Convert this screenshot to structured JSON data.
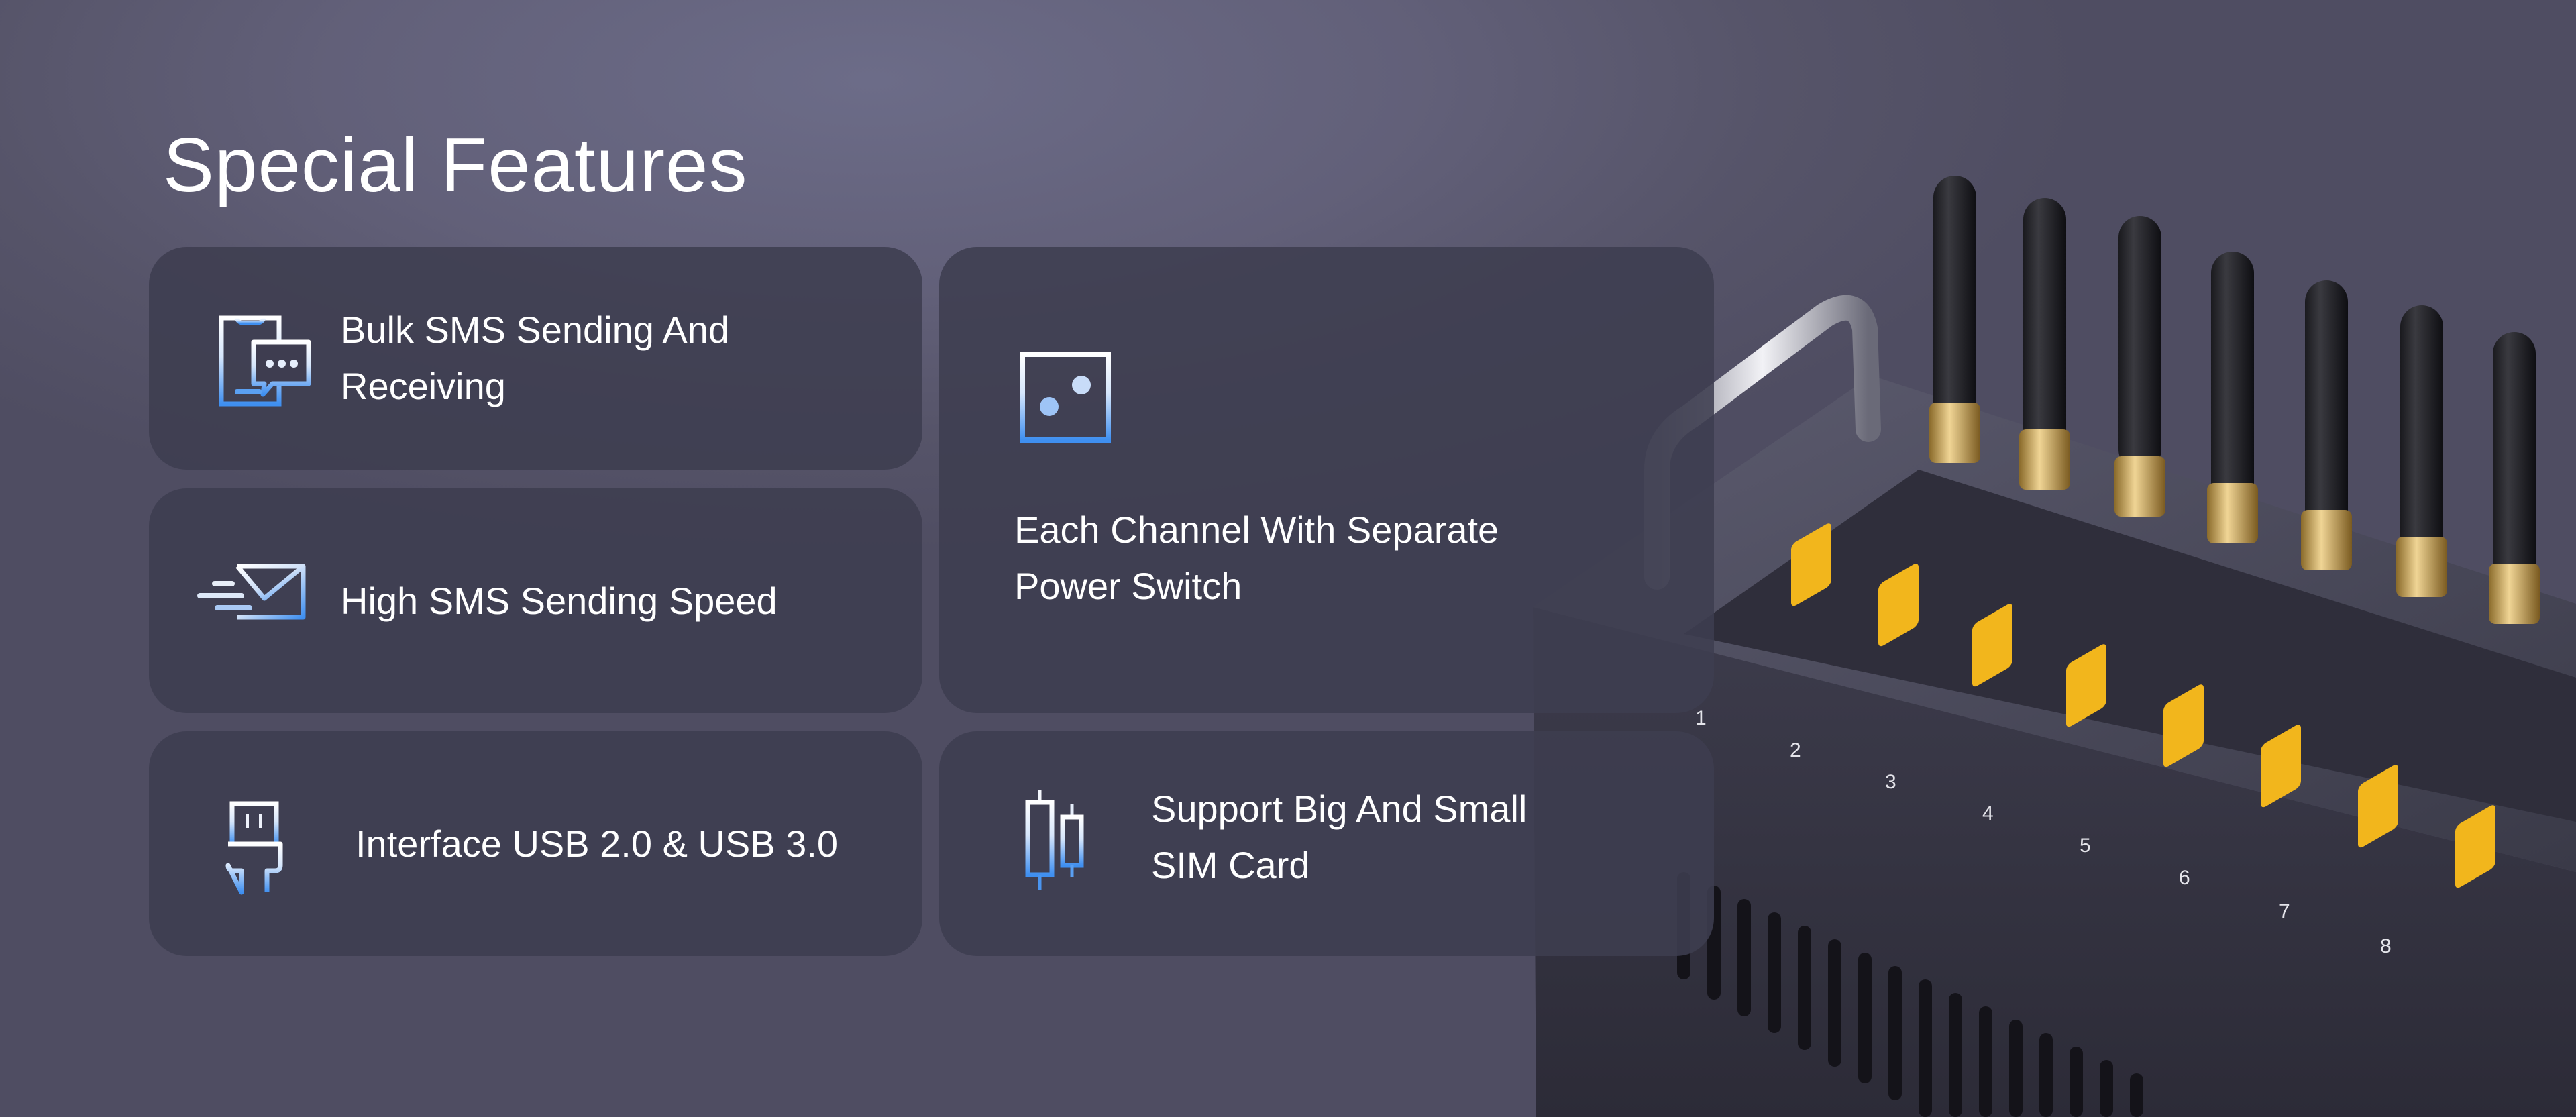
{
  "title": "Special Features",
  "colors": {
    "background_top": "#6c6c88",
    "background_bottom": "#4f4d62",
    "card": "#3e3d50",
    "icon_gradient_start": "#ffffff",
    "icon_gradient_end": "#3f8ff0",
    "text": "#ffffff"
  },
  "features": [
    {
      "icon": "phone-sms-icon",
      "lines": [
        "Bulk SMS Sending And",
        "Receiving"
      ]
    },
    {
      "icon": "fast-envelope-icon",
      "lines": [
        "High SMS Sending Speed"
      ]
    },
    {
      "icon": "usb-plug-icon",
      "lines": [
        "Interface USB 2.0 & USB 3.0"
      ]
    },
    {
      "icon": "sliders-icon",
      "lines": [
        "Each Channel With Separate",
        "Power Switch"
      ]
    },
    {
      "icon": "sim-sizes-icon",
      "lines": [
        "Support Big And Small",
        "SIM Card"
      ]
    }
  ],
  "device": {
    "description": "8-channel GSM modem pool with antennas and SIM slots",
    "port_labels": [
      "1",
      "2",
      "3",
      "4",
      "5",
      "6",
      "7",
      "8"
    ]
  }
}
